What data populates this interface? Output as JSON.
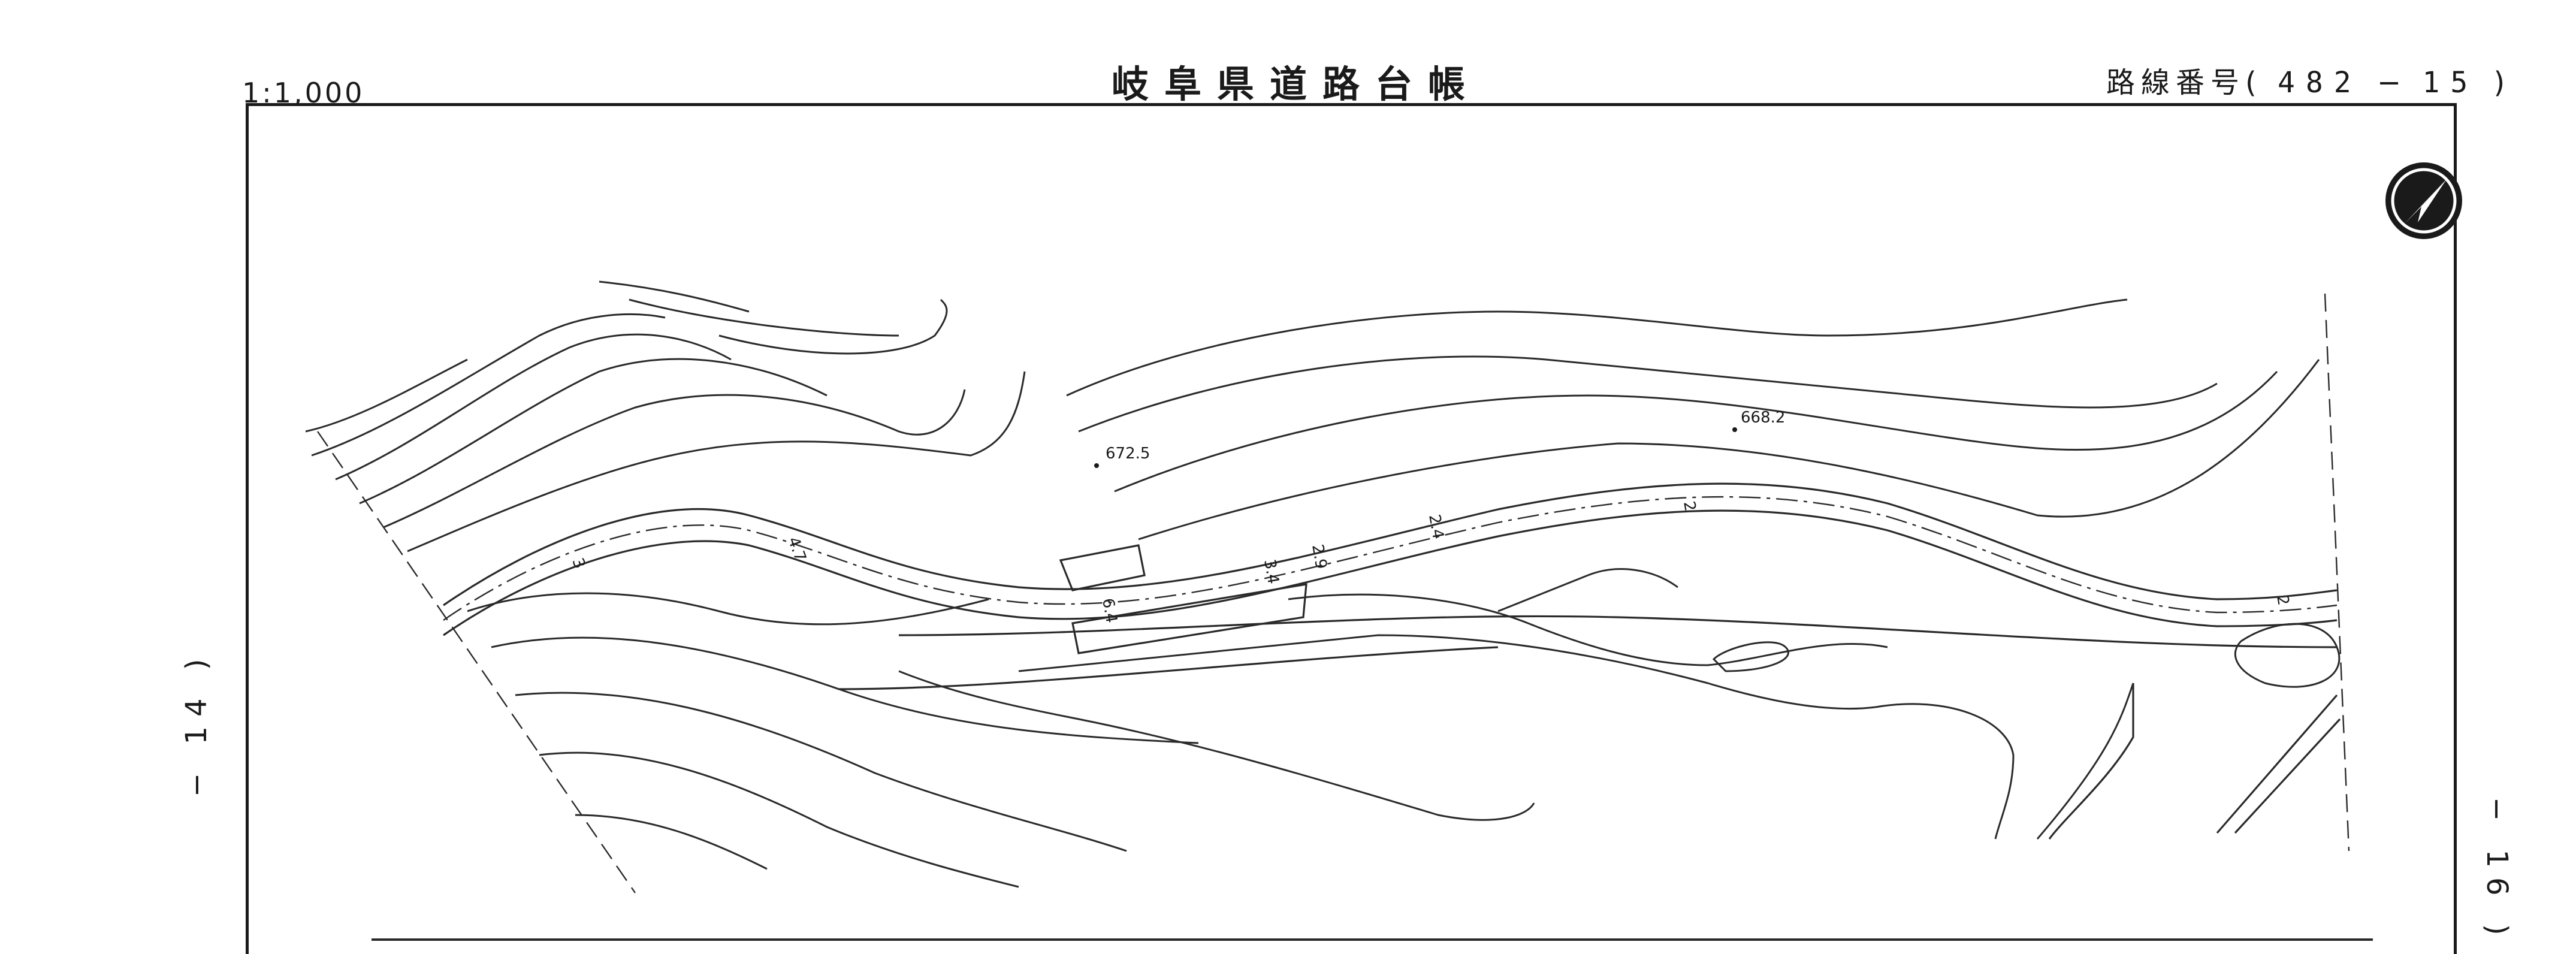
{
  "header": {
    "title": "岐阜県道路台帳",
    "scale": "1:1,000",
    "route_prefix": "路線番号(",
    "route_number": "482",
    "route_sep": "−",
    "sheet": "15",
    "route_suffix": ")"
  },
  "margins": {
    "prev_sheet": "− 14 )",
    "next_sheet": "− 16 )"
  },
  "map": {
    "elevations": [
      "672.5",
      "668.2"
    ],
    "road_widths": [
      "3",
      "4.7",
      "6.4",
      "3.4",
      "2.9",
      "2.4",
      "2",
      "2"
    ],
    "north_arrow_icon": "north-arrow-icon",
    "line_color": "#2a2a2a",
    "background": "#ffffff"
  }
}
